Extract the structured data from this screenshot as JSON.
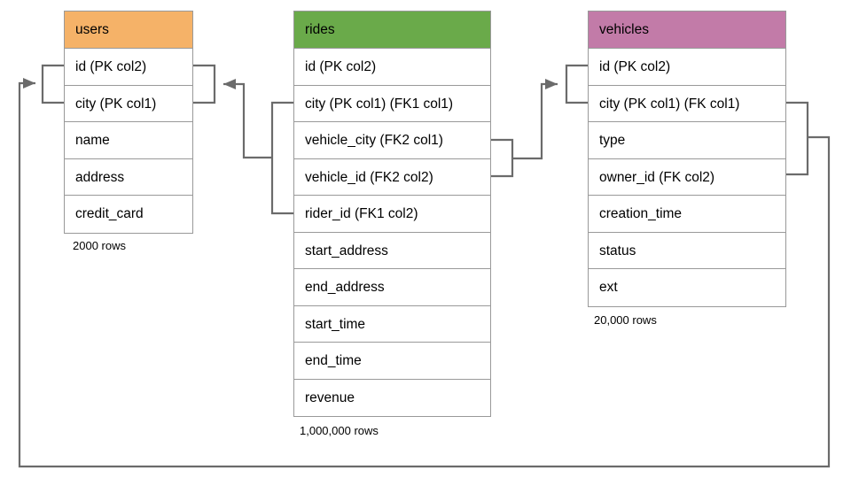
{
  "diagram": {
    "title": "database-schema-er-diagram",
    "background_color": "#ffffff",
    "line_color": "#6b6b6b",
    "border_color": "#999999"
  },
  "tables": [
    {
      "name": "users",
      "header_label": "users",
      "header_color": "#f5b268",
      "row_count_label": "2000 rows",
      "columns": [
        {
          "label": "id (PK col2)"
        },
        {
          "label": "city (PK col1)"
        },
        {
          "label": "name"
        },
        {
          "label": "address"
        },
        {
          "label": "credit_card"
        }
      ]
    },
    {
      "name": "rides",
      "header_label": "rides",
      "header_color": "#6aaa4a",
      "row_count_label": "1,000,000 rows",
      "columns": [
        {
          "label": "id (PK col2)"
        },
        {
          "label": "city (PK col1) (FK1 col1)"
        },
        {
          "label": "vehicle_city (FK2 col1)"
        },
        {
          "label": "vehicle_id (FK2 col2)"
        },
        {
          "label": "rider_id (FK1 col2)"
        },
        {
          "label": "start_address"
        },
        {
          "label": "end_address"
        },
        {
          "label": "start_time"
        },
        {
          "label": "end_time"
        },
        {
          "label": "revenue"
        }
      ]
    },
    {
      "name": "vehicles",
      "header_label": "vehicles",
      "header_color": "#c27ba8",
      "row_count_label": "20,000 rows",
      "columns": [
        {
          "label": "id (PK col2)"
        },
        {
          "label": "city (PK col1) (FK col1)"
        },
        {
          "label": "type"
        },
        {
          "label": "owner_id (FK col2)"
        },
        {
          "label": "creation_time"
        },
        {
          "label": "status"
        },
        {
          "label": "ext"
        }
      ]
    }
  ],
  "relationships": [
    {
      "name": "rides-to-users-rider-fk",
      "from_table": "rides",
      "from_columns": [
        "city (PK col1) (FK1 col1)",
        "rider_id (FK1 col2)"
      ],
      "to_table": "users",
      "to_columns": [
        "id (PK col2)",
        "city (PK col1)"
      ]
    },
    {
      "name": "rides-to-vehicles-vehicle-fk",
      "from_table": "rides",
      "from_columns": [
        "vehicle_city (FK2 col1)",
        "vehicle_id (FK2 col2)"
      ],
      "to_table": "vehicles",
      "to_columns": [
        "id (PK col2)",
        "city (PK col1) (FK col1)"
      ]
    },
    {
      "name": "vehicles-to-users-owner-fk",
      "from_table": "vehicles",
      "from_columns": [
        "city (PK col1) (FK col1)",
        "owner_id (FK col2)"
      ],
      "to_table": "users",
      "to_columns": [
        "id (PK col2)",
        "city (PK col1)"
      ]
    }
  ]
}
